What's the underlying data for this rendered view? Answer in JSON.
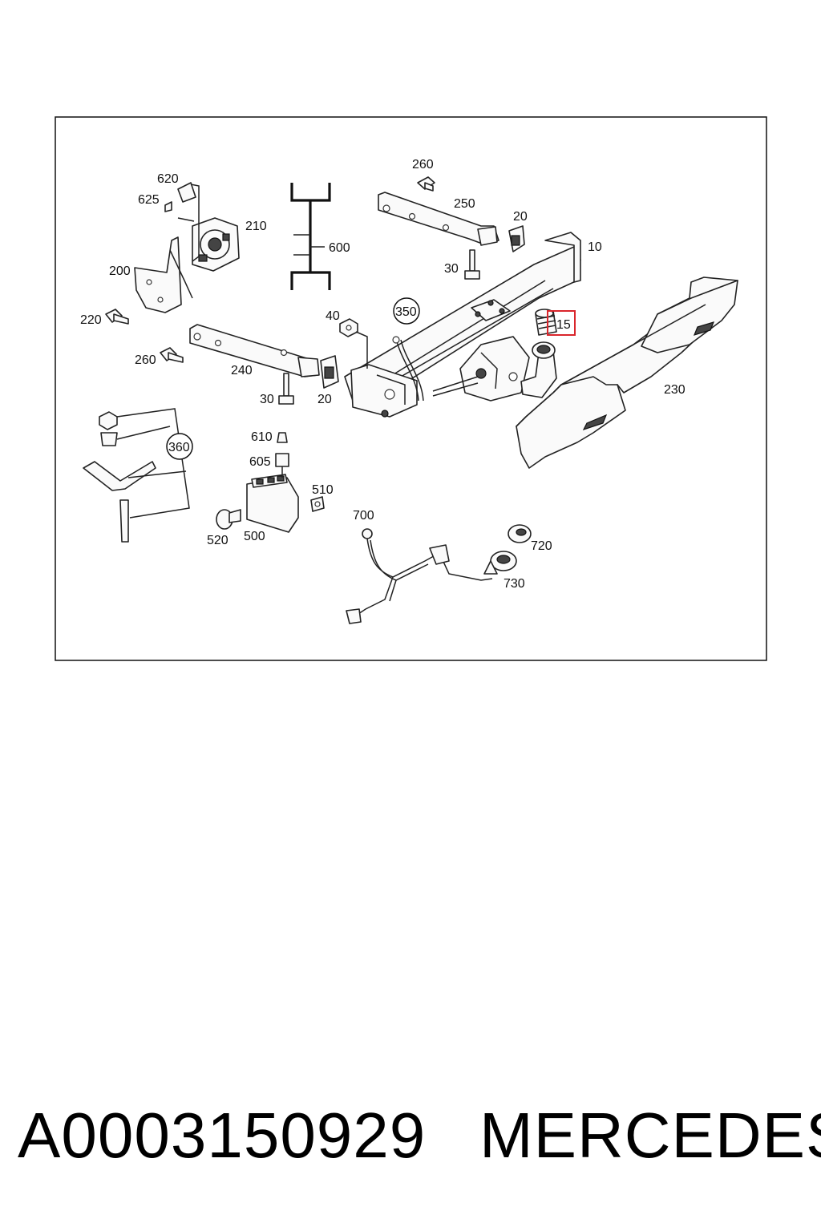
{
  "diagram": {
    "labels": {
      "l10": "10",
      "l15": "15",
      "l20a": "20",
      "l20b": "20",
      "l30a": "30",
      "l30b": "30",
      "l40": "40",
      "l200": "200",
      "l210": "210",
      "l220": "220",
      "l230": "230",
      "l240": "240",
      "l250": "250",
      "l260a": "260",
      "l260b": "260",
      "l350": "350",
      "l360": "360",
      "l500": "500",
      "l510": "510",
      "l520": "520",
      "l600": "600",
      "l605": "605",
      "l610": "610",
      "l620": "620",
      "l625": "625",
      "l700": "700",
      "l720": "720",
      "l730": "730"
    },
    "highlight_color": "#d9252b"
  },
  "footer": {
    "part_number": "A0003150929",
    "brand": "MERCEDES"
  }
}
